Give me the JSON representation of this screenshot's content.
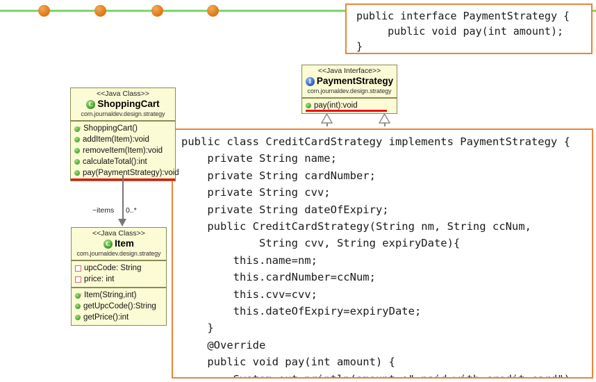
{
  "decoration": {
    "rule_color": "#7bd96a",
    "dot_color": "#e2801f",
    "dot_positions": [
      55,
      136,
      218,
      298
    ]
  },
  "interface_code_block": {
    "name": "PaymentStrategy interface source",
    "border_color": "#e8833a",
    "code": "public interface PaymentStrategy {\n     public void pay(int amount);\n}"
  },
  "class_code_block": {
    "name": "CreditCardStrategy class source",
    "border_color": "#e8833a",
    "code": "public class CreditCardStrategy implements PaymentStrategy {\n    private String name;\n    private String cardNumber;\n    private String cvv;\n    private String dateOfExpiry;\n    public CreditCardStrategy(String nm, String ccNum,\n            String cvv, String expiryDate){\n        this.name=nm;\n        this.cardNumber=ccNum;\n        this.cvv=cvv;\n        this.dateOfExpiry=expiryDate;\n    }\n    @Override\n    public void pay(int amount) {\n        System.out.println(amount +\" paid with credit card\");\n    }\n}"
  },
  "uml": {
    "payment_strategy": {
      "stereotype": "<<Java Interface>>",
      "icon": "interface-icon",
      "icon_letter": "I",
      "name": "PaymentStrategy",
      "package": "com.journaldev.design.strategy",
      "methods": [
        {
          "icon": "public-method-icon",
          "text": "pay(int):void",
          "highlight": "#ee1111"
        }
      ]
    },
    "shopping_cart": {
      "stereotype": "<<Java Class>>",
      "icon": "class-icon",
      "icon_letter": "C",
      "name": "ShoppingCart",
      "package": "com.journaldev.design.strategy",
      "methods": [
        {
          "icon": "constructor-icon",
          "text": "ShoppingCart()"
        },
        {
          "icon": "public-method-icon",
          "text": "addItem(Item):void"
        },
        {
          "icon": "public-method-icon",
          "text": "removeItem(Item):void"
        },
        {
          "icon": "public-method-icon",
          "text": "calculateTotal():int"
        },
        {
          "icon": "public-method-icon",
          "text": "pay(PaymentStrategy):void",
          "highlight": "#ee1111"
        }
      ]
    },
    "item": {
      "stereotype": "<<Java Class>>",
      "icon": "class-icon",
      "icon_letter": "C",
      "name": "Item",
      "package": "com.journaldev.design.strategy",
      "fields": [
        {
          "icon": "private-field-icon",
          "text": "upcCode: String"
        },
        {
          "icon": "private-field-icon",
          "text": "price: int"
        }
      ],
      "methods": [
        {
          "icon": "constructor-icon",
          "text": "Item(String,int)"
        },
        {
          "icon": "public-method-icon",
          "text": "getUpcCode():String"
        },
        {
          "icon": "public-method-icon",
          "text": "getPrice():int"
        }
      ]
    }
  },
  "connectors": {
    "association": {
      "role_label": "~items",
      "multiplicity_label": "0..*"
    },
    "realization_count": 2
  }
}
